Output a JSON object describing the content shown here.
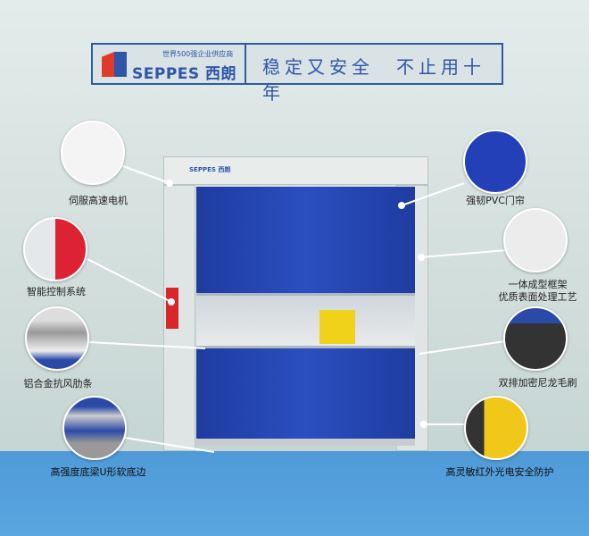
{
  "banner": {
    "brand": "SEPPES 西朗",
    "tagline_small": "世界500强企业供应商",
    "slogan": "稳定又安全　不止用十年"
  },
  "door": {
    "housing_logo": "SEPPES 西朗"
  },
  "features_left": [
    {
      "label": "伺服高速电机"
    },
    {
      "label": "智能控制系统"
    },
    {
      "label": "铝合金抗风肋条"
    },
    {
      "label": "高强度底梁U形软底边"
    }
  ],
  "features_right": [
    {
      "label": "强韧PVC门帘"
    },
    {
      "label": "一体成型框架\n优质表面处理工艺"
    },
    {
      "label": "双排加密尼龙毛刷"
    },
    {
      "label": "高灵敏红外光电安全防护"
    }
  ]
}
